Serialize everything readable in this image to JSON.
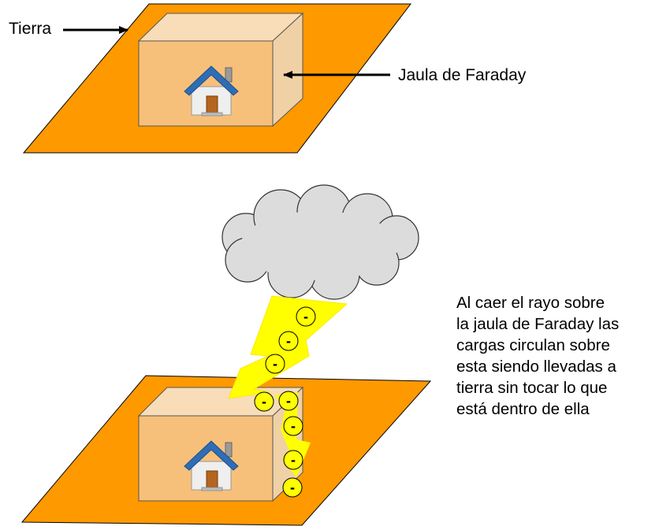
{
  "labels": {
    "ground": "Tierra",
    "cage": "Jaula de Faraday"
  },
  "description_lines": [
    "Al caer el rayo sobre",
    "la jaula de Faraday las",
    "cargas circulan sobre",
    "esta siendo llevadas a",
    "tierra sin tocar lo que",
    "está dentro de ella"
  ],
  "charge_symbol": "-",
  "colors": {
    "ground": "#FF9900",
    "box_front": "#F6C07A",
    "box_top": "#F8DDB8",
    "box_side": "#F0D1A6",
    "cloud": "#DCDCDC",
    "lightning": "#FFFF00",
    "house_roof": "#2F6DB4",
    "house_wall": "#EFEFEF",
    "house_door": "#B4651E"
  },
  "icons": [
    "house-icon",
    "cloud-icon",
    "lightning-icon",
    "arrow-icon"
  ]
}
